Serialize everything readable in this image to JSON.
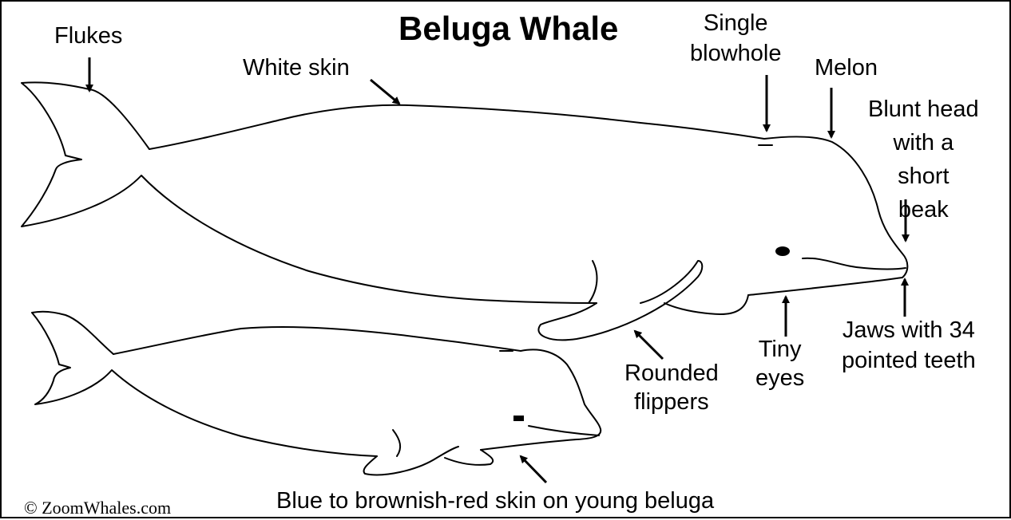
{
  "title": "Beluga Whale",
  "credit": "© ZoomWhales.com",
  "labels": {
    "flukes": "Flukes",
    "white_skin": "White skin",
    "blowhole": "Single\nblowhole",
    "melon": "Melon",
    "blunt_head": "Blunt head\nwith a\nshort\nbeak",
    "jaws": "Jaws with 34\npointed teeth",
    "tiny_eyes": "Tiny\neyes",
    "flippers": "Rounded\nflippers",
    "young_skin": "Blue to brownish-red skin on young beluga"
  },
  "colors": {
    "background": "#ffffff",
    "ink": "#000000"
  }
}
